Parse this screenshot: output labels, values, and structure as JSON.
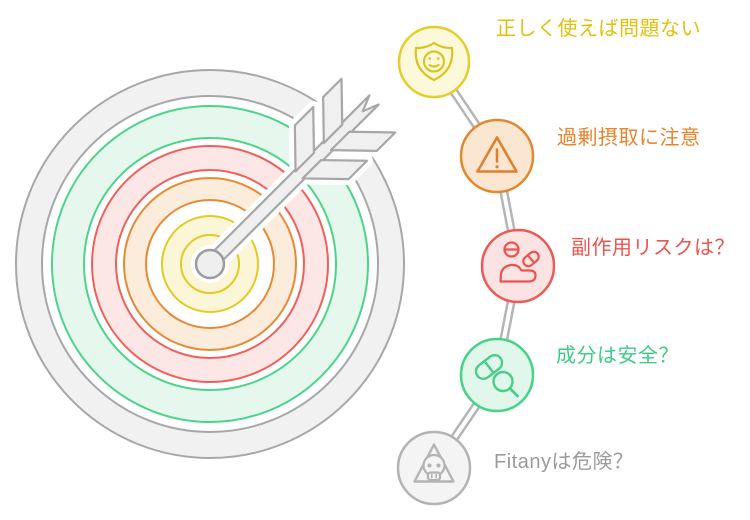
{
  "diagram": {
    "kind": "question-funnel-infographic",
    "steps": [
      {
        "label": "正しく使えば問題ない",
        "color": "#e2c00e",
        "icon": "shield-smile-icon"
      },
      {
        "label": "過剰摂取に注意",
        "color": "#e8832b",
        "icon": "warning-triangle-icon"
      },
      {
        "label": "副作用リスクは？",
        "color": "#f0544f",
        "icon": "hand-pills-icon"
      },
      {
        "label": "成分は安全？",
        "color": "#3ecb86",
        "icon": "pill-magnifier-icon"
      },
      {
        "label": "Fitanyは危険？",
        "color": "#9b9b9b",
        "icon": "skull-triangle-icon"
      }
    ],
    "target": {
      "ring_colors": [
        "#a7a7a7",
        "#4cd38c",
        "#f0605b",
        "#e98a33",
        "#e2cb21"
      ],
      "ring_fills": [
        "#f1f1f1",
        "#e6f8ee",
        "#fce6e6",
        "#fbecdc",
        "#fbf6d7"
      ],
      "arrow_fill": "#f0f0f0",
      "arrow_stroke": "#a7a7a7"
    },
    "connector_color": "#b5b5b5"
  }
}
